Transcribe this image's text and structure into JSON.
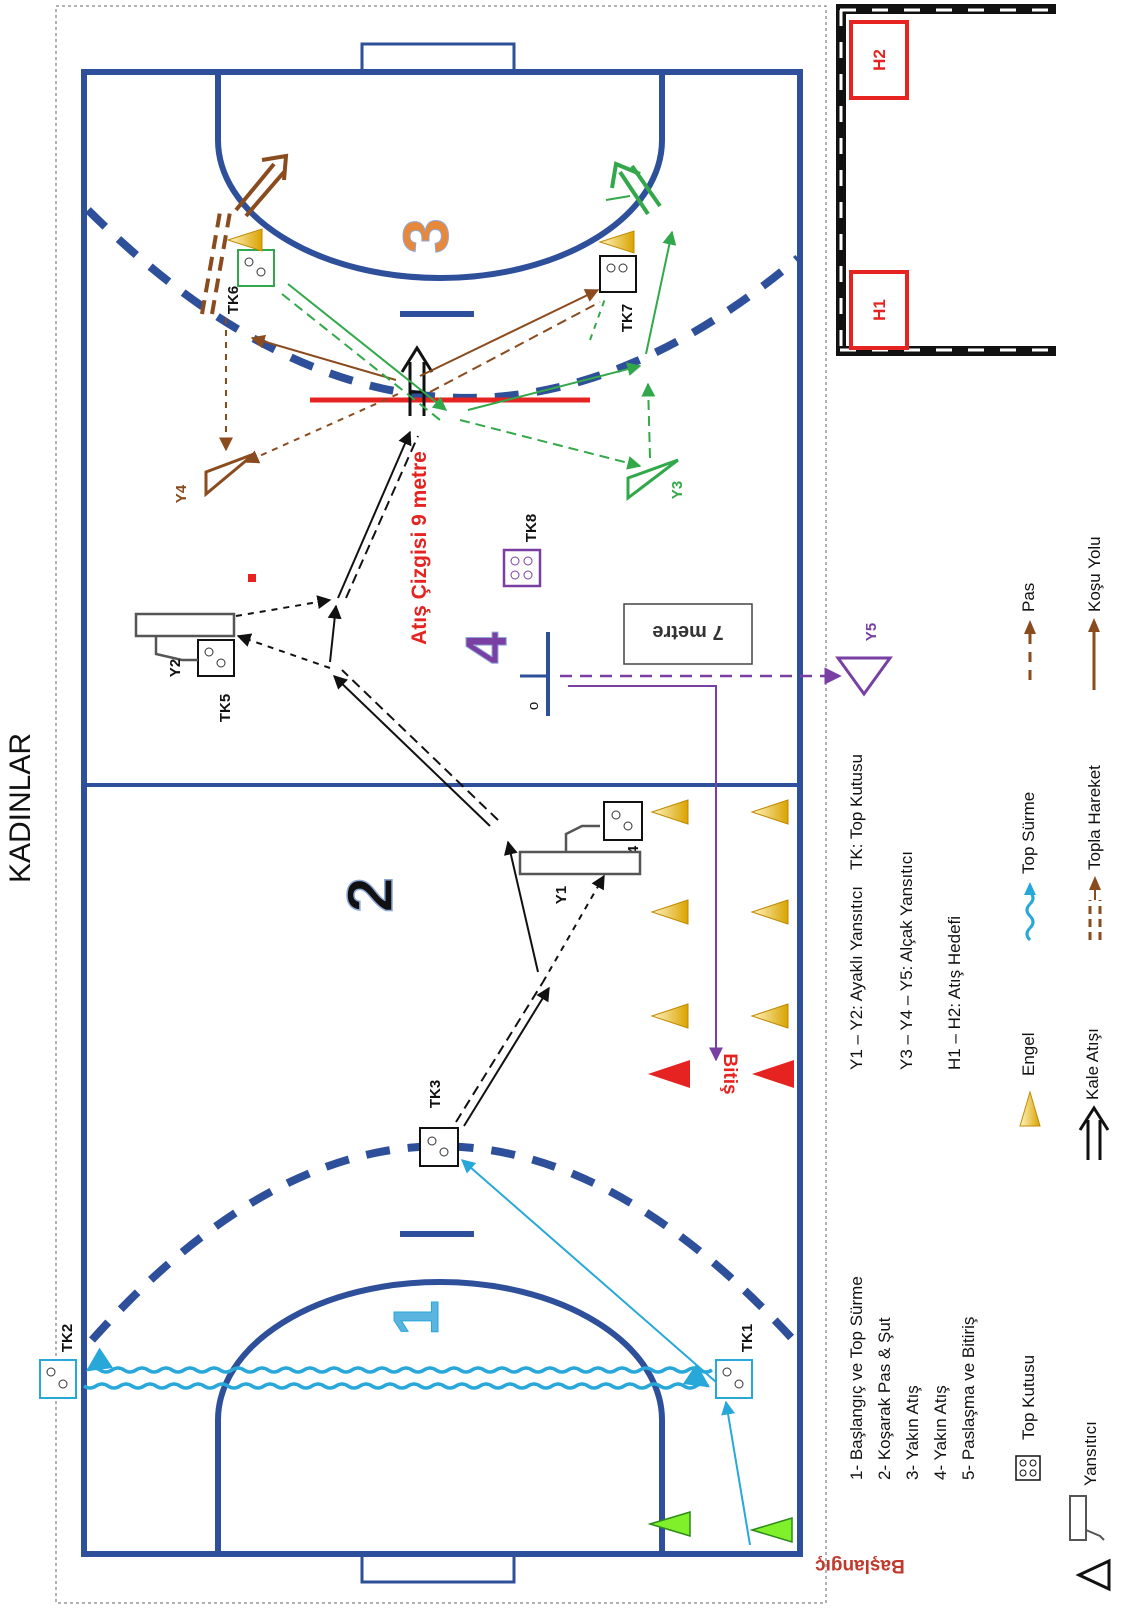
{
  "title": "KADINLAR",
  "zones": {
    "z1": "1",
    "z2": "2",
    "z3": "3",
    "z4": "4"
  },
  "boxes": {
    "tk1": "TK1",
    "tk2": "TK2",
    "tk3": "TK3",
    "tk4": "TK4",
    "tk5": "TK5",
    "tk6": "TK6",
    "tk7": "TK7",
    "tk8": "TK8"
  },
  "reflectors": {
    "y1": "Y1",
    "y2": "Y2",
    "y3": "Y3",
    "y4": "Y4",
    "y5": "Y5"
  },
  "targets": {
    "h1": "H1",
    "h2": "H2"
  },
  "labels": {
    "start": "Başlangıç",
    "finish": "Bitiş",
    "seven_meter": "7 metre",
    "seven_meter_mark": "o",
    "throw_line": "Atış Çizgisi  9  metre"
  },
  "legend": {
    "steps": [
      "1-   Başlangıç ve Top Sürme",
      "2-   Koşarak Pas & Şut",
      "3-   Yakın Atış",
      "4-   Yakın Atış",
      "5-   Paslaşma ve Bitiriş"
    ],
    "defs": [
      "Y1 – Y2: Ayaklı Yansıtıcı",
      "Y3 – Y4 – Y5: Alçak Yansıtıcı",
      "H1 – H2: Atış Hedefi"
    ],
    "tk_def": "TK: Top Kutusu",
    "symbols": {
      "top_kutusu": "Top Kutusu",
      "engel": "Engel",
      "top_surme": "Top Sürme",
      "pas": "Pas",
      "yansitici": "Yansıtıcı",
      "kale_atisi": "Kale Atışı",
      "topla_hareket": "Topla Hareket",
      "kosu_yolu": "Koşu Yolu"
    }
  },
  "colors": {
    "court": "#2e4f9a",
    "red": "#e52320",
    "green": "#33a84a",
    "brown": "#8a4b1e",
    "purple": "#7a3fa3",
    "cyan": "#27a8d8",
    "zone1": "#5bb4e0",
    "zone3": "#e8883a"
  }
}
